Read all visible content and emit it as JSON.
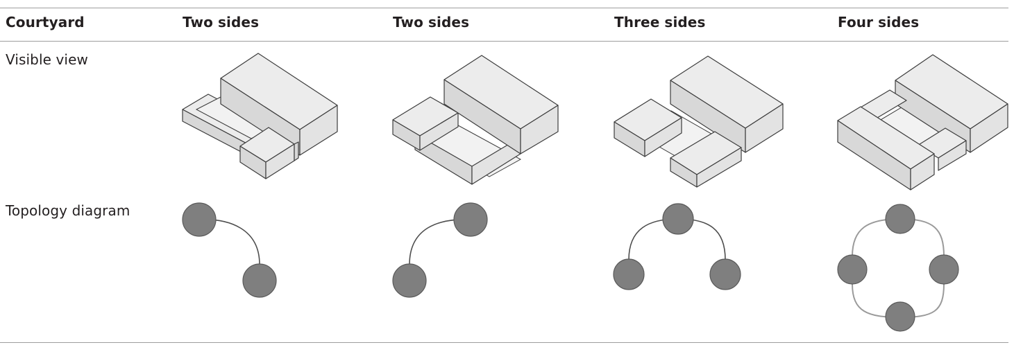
{
  "table": {
    "headers": [
      "Courtyard",
      "Two sides",
      "Two sides",
      "Three sides",
      "Four sides"
    ],
    "rows": [
      {
        "label": "Visible view"
      },
      {
        "label": "Topology diagram"
      }
    ]
  },
  "colors": {
    "rule": "#9d9d9d",
    "node_fill": "#7f7f7f",
    "node_stroke": "#5a5a5a",
    "edge": "#4d4d4d",
    "edge_light": "#9a9a9a",
    "block_top": "#ececec",
    "block_left": "#d9d9d9",
    "block_right": "#e2e2e2",
    "block_outline": "#3c3c3c"
  },
  "icons": [
    "isometric-courtyard-block",
    "topology-node"
  ]
}
